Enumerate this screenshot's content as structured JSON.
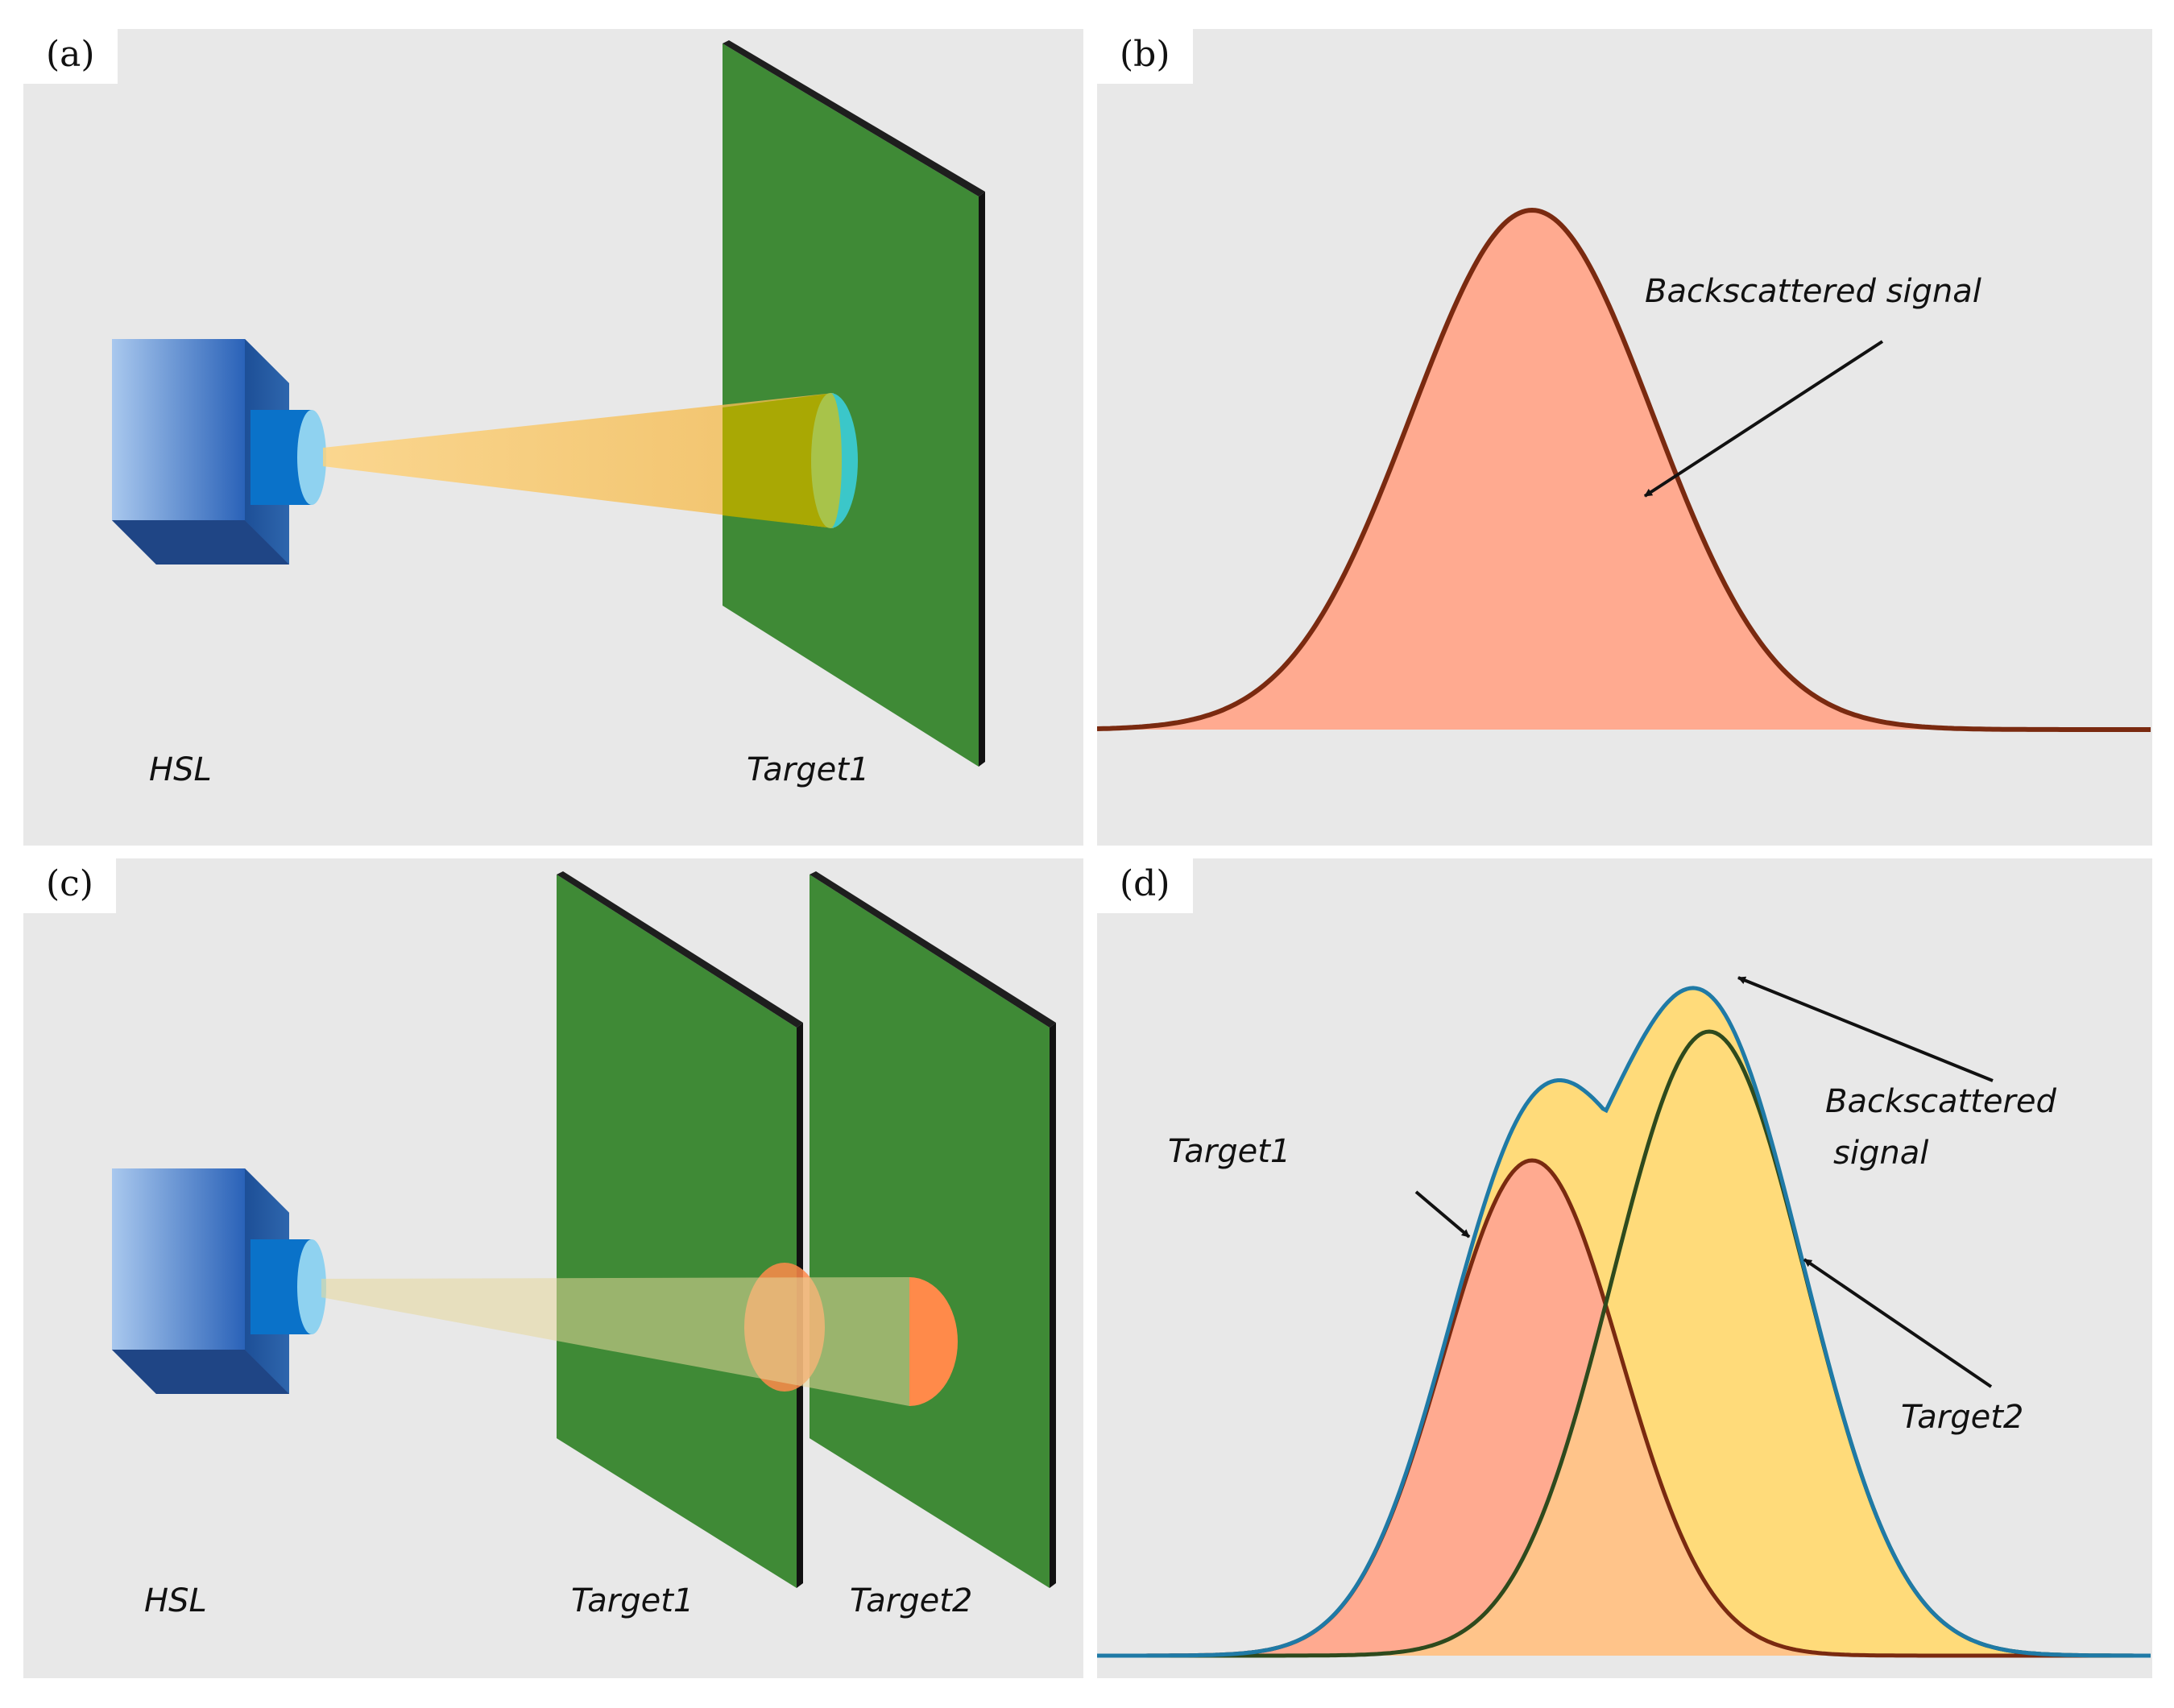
{
  "panels": {
    "a": {
      "tag": "(a)",
      "source_label": "HSL",
      "target_label": "Target1"
    },
    "b": {
      "tag": "(b)",
      "signal_label": "Backscattered signal"
    },
    "c": {
      "tag": "(c)",
      "source_label": "HSL",
      "target1_label": "Target1",
      "target2_label": "Target2"
    },
    "d": {
      "tag": "(d)",
      "signal_label_line1": "Backscattered",
      "signal_label_line2": "signal",
      "target1_label": "Target1",
      "target2_label": "Target2"
    }
  },
  "colors": {
    "panel_bg": "#e8e8e8",
    "camera_blue": "#2d6fc0",
    "lens_cyan": "#7fc8ee",
    "target_green": "#3f8a36",
    "beam_yellow": "#f9c15a",
    "signal_fill_salmon": "#ffaa90",
    "signal_fill_yellow": "#ffdb7a",
    "signal_outline_brown": "#7a2a10",
    "envelope_blue": "#1f7aa6",
    "target2_outline_green": "#2e4a1d",
    "spot_cyan": "#3bc7c9",
    "spot_orange": "#ff8a4a"
  }
}
